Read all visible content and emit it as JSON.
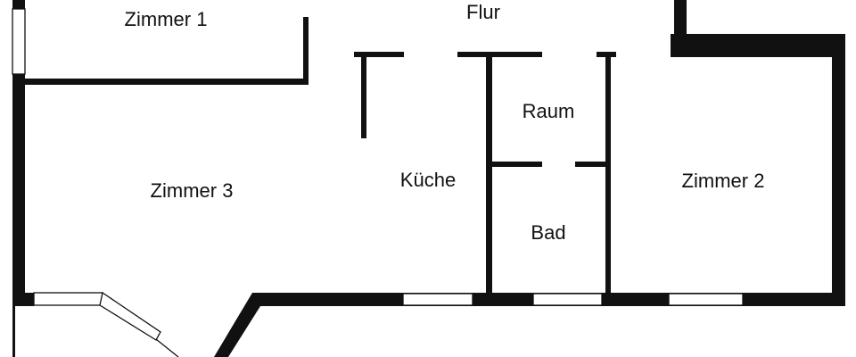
{
  "floorplan": {
    "rooms": [
      {
        "id": "zimmer-1",
        "label": "Zimmer 1"
      },
      {
        "id": "flur",
        "label": "Flur"
      },
      {
        "id": "raum",
        "label": "Raum"
      },
      {
        "id": "kueche",
        "label": "Küche"
      },
      {
        "id": "zimmer-3",
        "label": "Zimmer 3"
      },
      {
        "id": "zimmer-2",
        "label": "Zimmer 2"
      },
      {
        "id": "bad",
        "label": "Bad"
      }
    ],
    "colors": {
      "wall": "#111111",
      "background": "#ffffff"
    }
  }
}
